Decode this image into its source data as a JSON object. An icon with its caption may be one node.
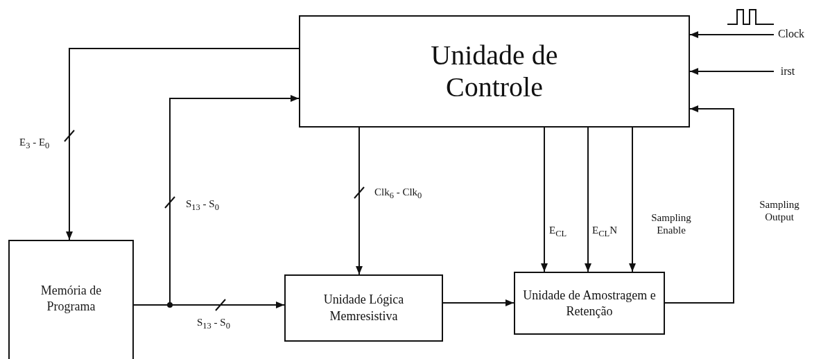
{
  "diagram": {
    "nodes": [
      {
        "text": [
          "Unidade de Controle"
        ]
      },
      {
        "text": [
          "Memória de Programa"
        ]
      },
      {
        "text": [
          "Unidade Lógica Memresistiva"
        ]
      },
      {
        "text": [
          "Unidade de Amostragem e Retenção"
        ]
      },
      {
        "text": [
          "Clock"
        ]
      },
      {
        "text": [
          "irst"
        ]
      }
    ],
    "edges": [
      {
        "from": 0,
        "to": 1,
        "arrow": "to",
        "label": "E$_{3}$ - E$_{0}$"
      },
      {
        "from": 1,
        "to": 0,
        "arrow": "to",
        "label": "S$_{13}$ - S$_{0}$"
      },
      {
        "from": 1,
        "to": 2,
        "arrow": "to",
        "label": "S$_{13}$ - S$_{0}$"
      },
      {
        "from": 0,
        "to": 2,
        "arrow": "to",
        "label": "Clk$_{6}$ - Clk$_{0}$"
      },
      {
        "from": 0,
        "to": 3,
        "arrow": "to",
        "label": "E$_{CL}$"
      },
      {
        "from": 0,
        "to": 3,
        "arrow": "to",
        "label": "E$_{CL}$N"
      },
      {
        "from": 0,
        "to": 3,
        "arrow": "to",
        "label": "Sampling Enable"
      },
      {
        "from": 2,
        "to": 3,
        "arrow": "to"
      },
      {
        "from": 3,
        "to": 0,
        "arrow": "to",
        "label": "Sampling Output"
      },
      {
        "from": 4,
        "to": 0,
        "arrow": "to"
      },
      {
        "from": 5,
        "to": 0,
        "arrow": "to"
      }
    ]
  }
}
